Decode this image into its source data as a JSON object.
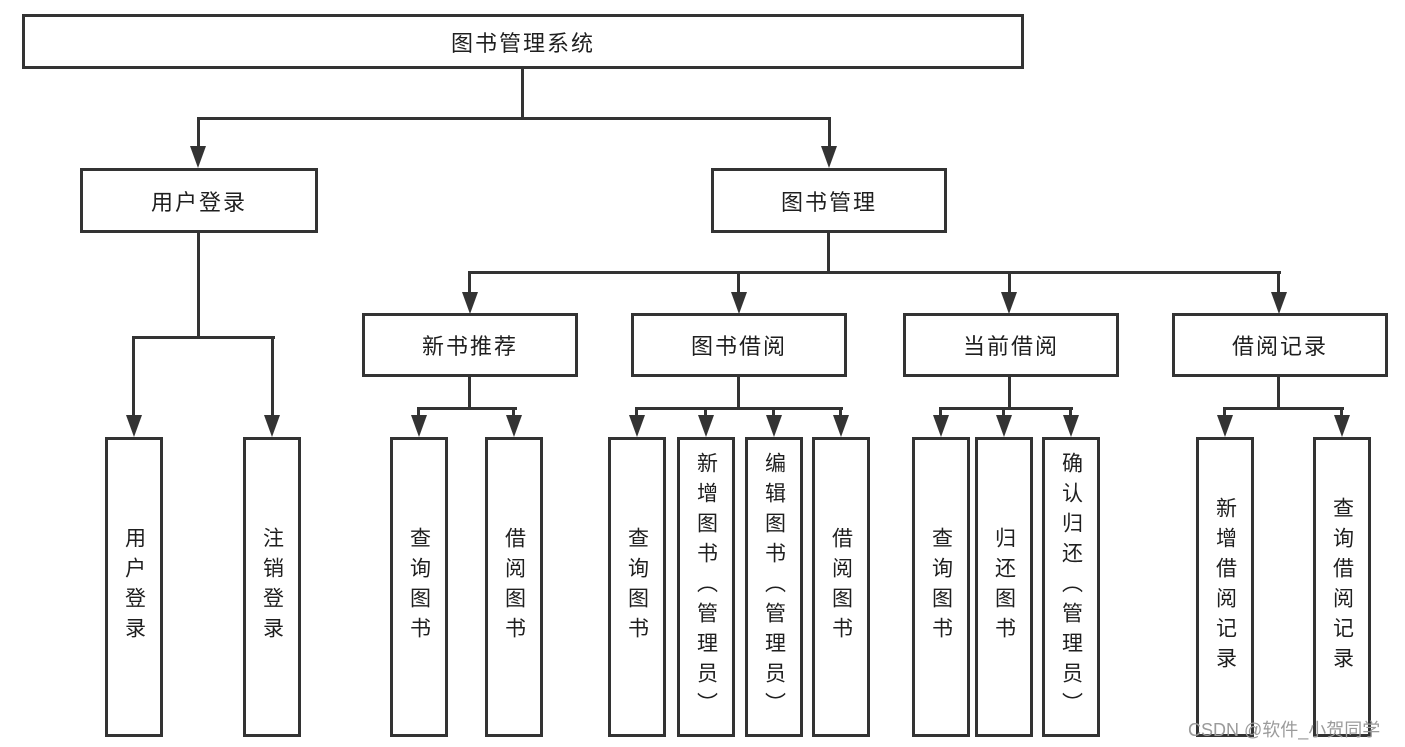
{
  "diagram": {
    "root": {
      "label": "图书管理系统"
    },
    "level2": [
      {
        "label": "用户登录"
      },
      {
        "label": "图书管理"
      }
    ],
    "level3": [
      {
        "label": "新书推荐"
      },
      {
        "label": "图书借阅"
      },
      {
        "label": "当前借阅"
      },
      {
        "label": "借阅记录"
      }
    ],
    "leaves": {
      "user_login": [
        {
          "label": "用户登录"
        },
        {
          "label": "注销登录"
        }
      ],
      "new_books": [
        {
          "label": "查询图书"
        },
        {
          "label": "借阅图书"
        }
      ],
      "book_borrow": [
        {
          "label": "查询图书"
        },
        {
          "label": "新增图书（管理员）"
        },
        {
          "label": "编辑图书（管理员）"
        },
        {
          "label": "借阅图书"
        }
      ],
      "current_borrow": [
        {
          "label": "查询图书"
        },
        {
          "label": "归还图书"
        },
        {
          "label": "确认归还（管理员）"
        }
      ],
      "borrow_records": [
        {
          "label": "新增借阅记录"
        },
        {
          "label": "查询借阅记录"
        }
      ]
    },
    "colors": {
      "line": "#333333",
      "text": "#1f1f1f",
      "watermark": "#9b9b9b",
      "background": "#ffffff"
    }
  },
  "watermark": {
    "text": "CSDN @软件_小贺同学"
  }
}
